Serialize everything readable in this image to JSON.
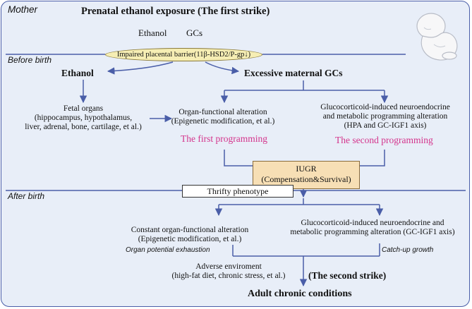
{
  "sections": {
    "mother": "Mother",
    "before_birth": "Before birth",
    "after_birth": "After birth"
  },
  "header": {
    "title": "Prenatal ethanol exposure (The first strike)",
    "ethanol": "Ethanol",
    "gcs": "GCs",
    "placental_barrier": "Impaired placental barrier(11β-HSD2/P-gp↓)"
  },
  "before": {
    "ethanol": "Ethanol",
    "excessive_gcs": "Excessive maternal GCs",
    "fetal_organs": [
      "Fetal organs",
      "(hippocampus, hypothalamus,",
      "liver, adrenal, bone, cartilage, et al.)"
    ],
    "organ_alteration": [
      "Organ-functional alteration",
      "(Epigenetic modification, et al.)"
    ],
    "first_programming": "The first programming",
    "gc_alteration": [
      "Glucocorticoid-induced neuroendocrine",
      "and metabolic programming alteration",
      "(HPA and GC-IGF1 axis)"
    ],
    "second_programming": "The second programming",
    "iugr": [
      "IUGR",
      "(Compensation&Survival)"
    ]
  },
  "after": {
    "thrifty": "Thrifty phenotype",
    "constant_alteration": [
      "Constant organ-functional alteration",
      "(Epigenetic modification, et al.)"
    ],
    "organ_exhaustion": "Organ potential exhaustion",
    "gc_alteration": [
      "Glucocorticoid-induced neuroendocrine and",
      "metabolic programming alteration (GC-IGF1 axis)"
    ],
    "catch_up": "Catch-up growth",
    "adverse": [
      "Adverse enviroment",
      "(high-fat diet, chronic stress, et al.)"
    ],
    "second_strike": "(The second strike)",
    "adult": "Adult chronic conditions"
  },
  "colors": {
    "line": "#4a5ea8",
    "frame_bg": "#e8eef8",
    "pink": "#d4348c"
  }
}
